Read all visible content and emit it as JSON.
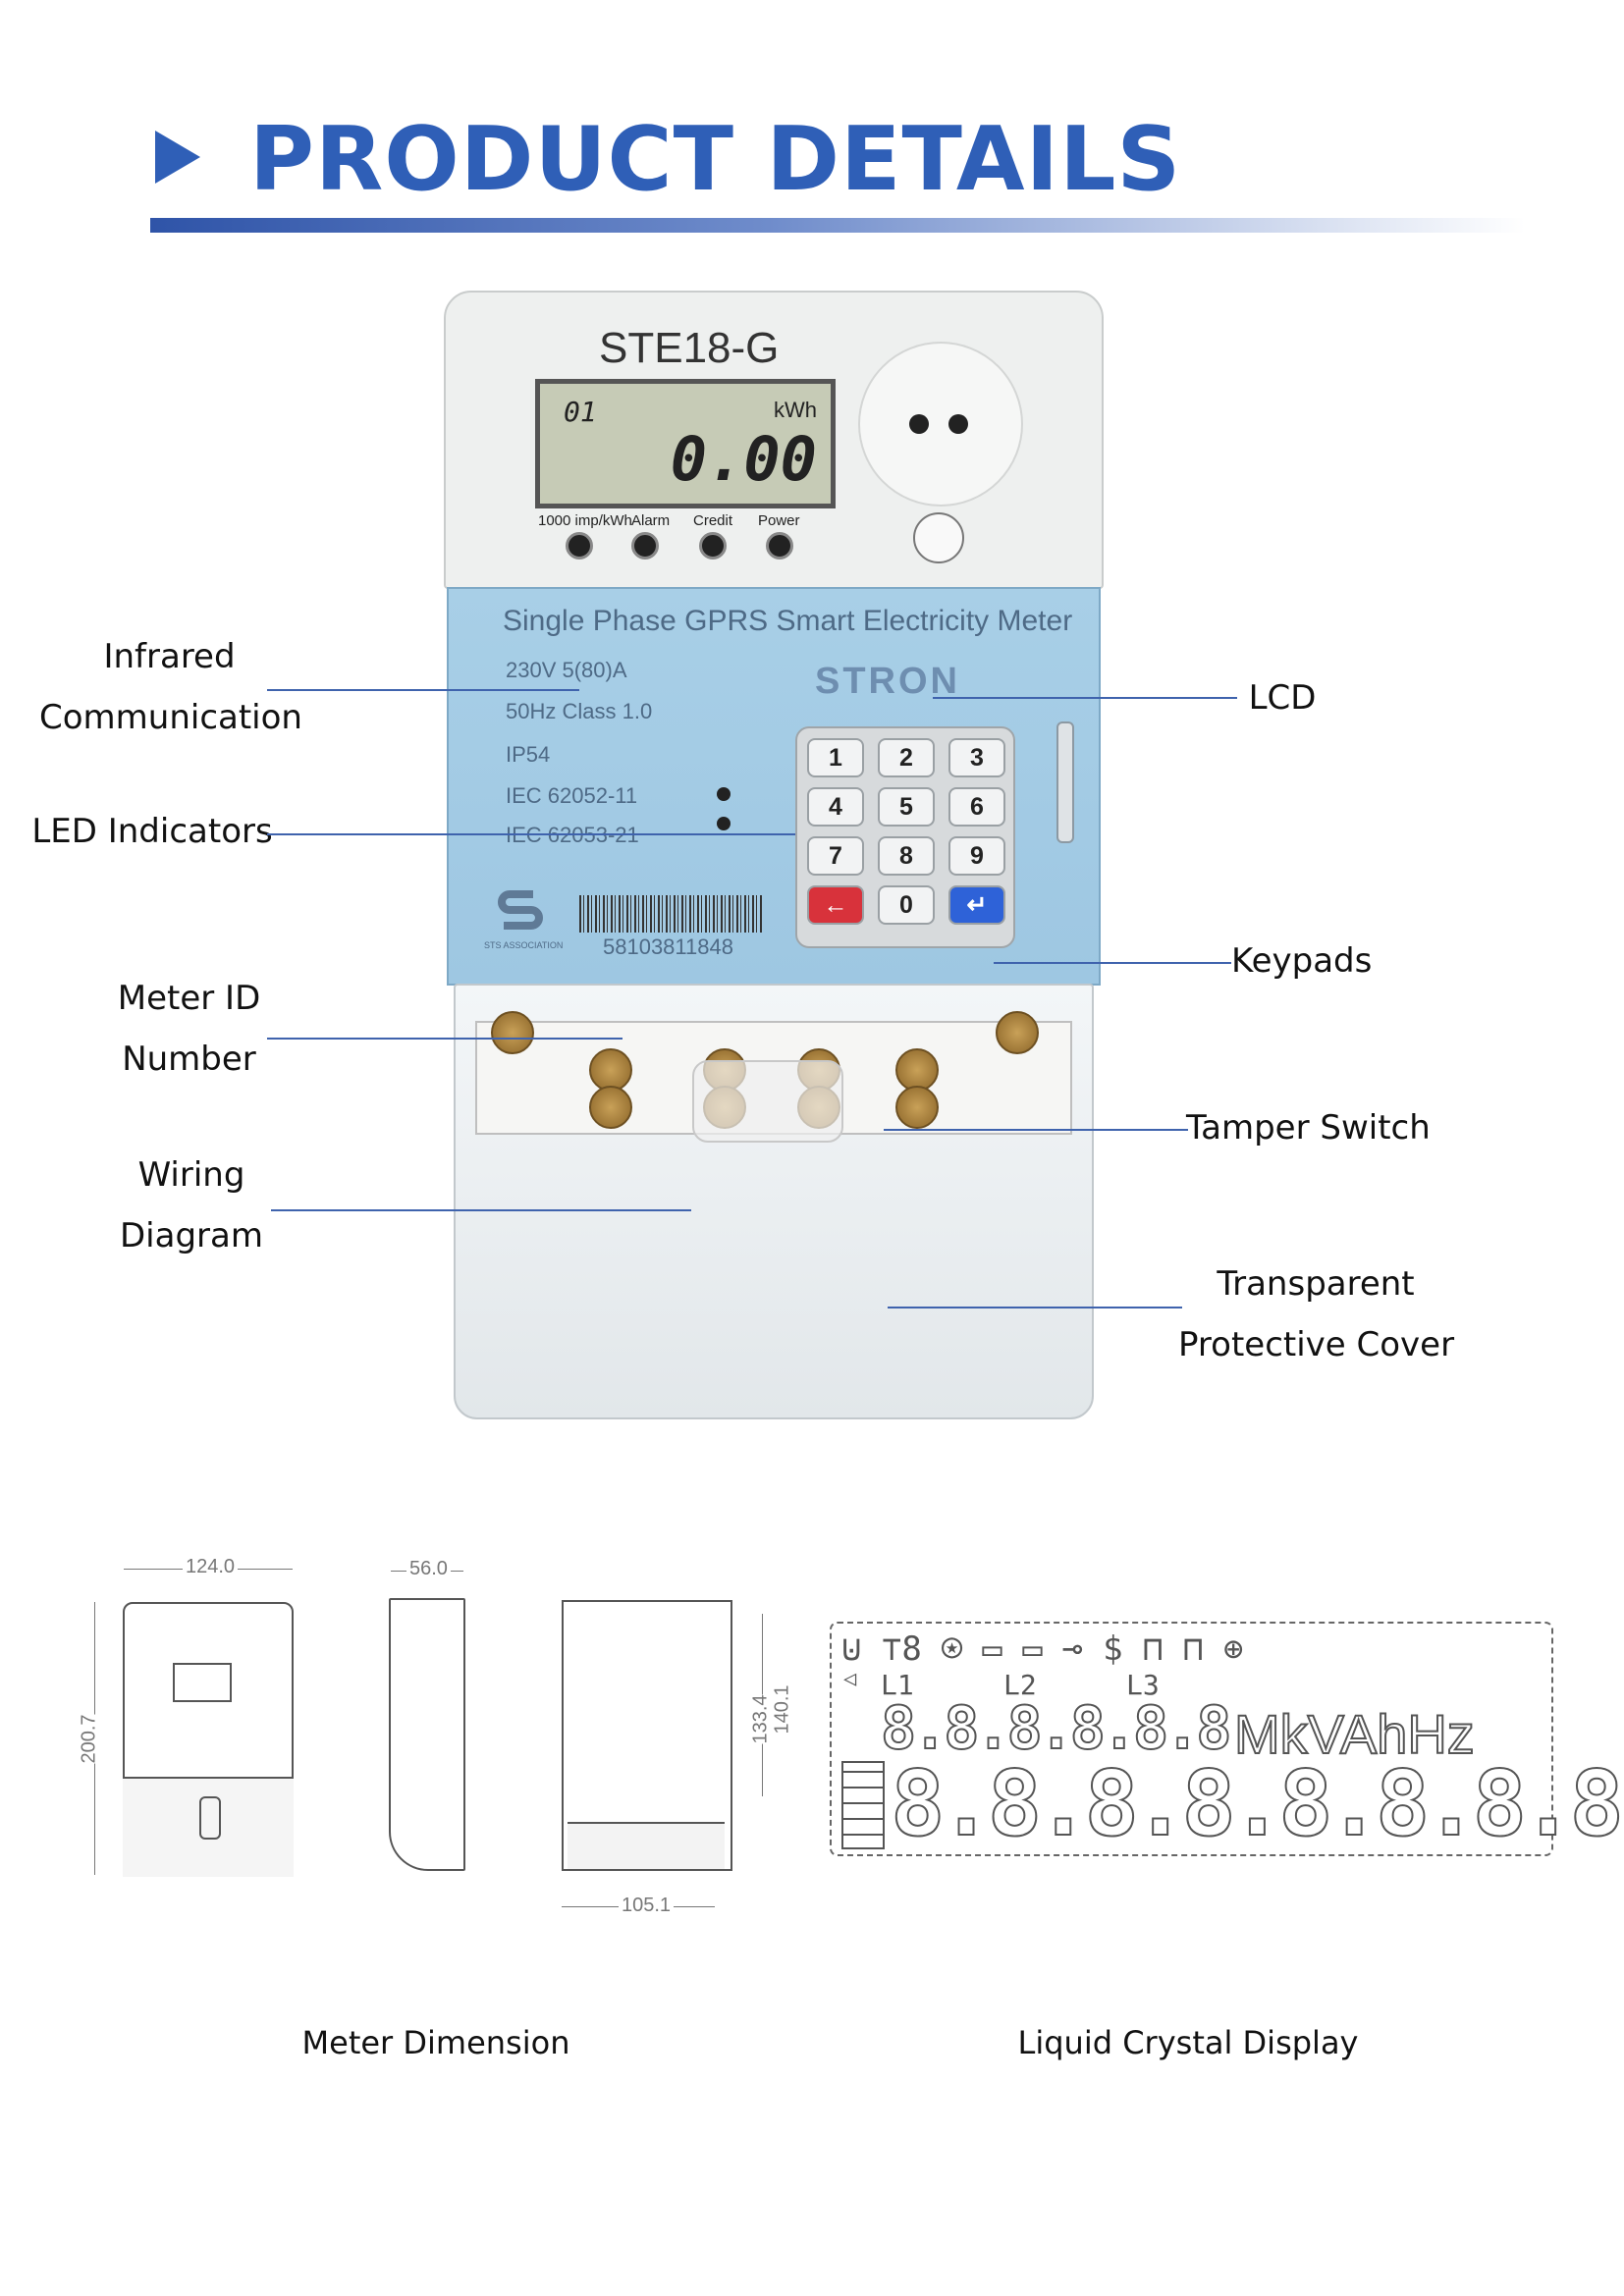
{
  "header": {
    "title": "PRODUCT DETAILS"
  },
  "callouts": {
    "infrared_line1": "Infrared",
    "infrared_line2": "Communication",
    "led_indicators": "LED Indicators",
    "meter_id_line1": "Meter ID",
    "meter_id_line2": "Number",
    "wiring_line1": "Wiring",
    "wiring_line2": "Diagram",
    "lcd": "LCD",
    "keypads": "Keypads",
    "tamper_switch": "Tamper Switch",
    "cover_line1": "Transparent",
    "cover_line2": "Protective Cover"
  },
  "meter": {
    "model": "STE18-G",
    "lcd_id": "01",
    "lcd_unit": "kWh",
    "lcd_value": "0.00",
    "led_labels": [
      "1000 imp/kWh",
      "Alarm",
      "Credit",
      "Power"
    ],
    "face_title": "Single Phase GPRS Smart Electricity Meter",
    "specs": [
      "230V 5(80)A",
      "50Hz Class 1.0",
      "IP54",
      "IEC 62052-11",
      "IEC 62053-21"
    ],
    "brand": "STRON",
    "keys": [
      "1",
      "2",
      "3",
      "4",
      "5",
      "6",
      "7",
      "8",
      "9",
      "←",
      "0",
      "↵"
    ],
    "serial": "58103811848",
    "sts_label": "STS ASSOCIATION"
  },
  "drawings": {
    "width_front": "124.0",
    "height_front": "200.7",
    "depth_side": "56.0",
    "height_back_inner": "133.4",
    "height_back_outer": "140.1",
    "width_back": "105.1"
  },
  "lcd_segments": {
    "units": "MkVAhHz",
    "phase_labels": [
      "L1",
      "L2",
      "L3"
    ],
    "digits_row1": "8.8.8.8.8.8",
    "digits_row2": "8.8.8.8.8.8.8.8"
  },
  "captions": {
    "meter_dimension": "Meter Dimension",
    "lcd_caption": "Liquid Crystal Display"
  }
}
